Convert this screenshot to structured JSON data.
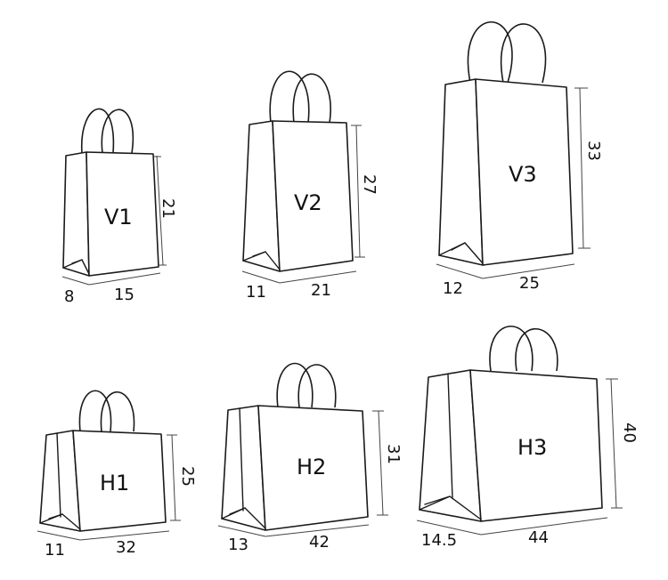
{
  "bags": [
    {
      "name": "V1",
      "depth": "8",
      "width": "15",
      "height": "21"
    },
    {
      "name": "V2",
      "depth": "11",
      "width": "21",
      "height": "27"
    },
    {
      "name": "V3",
      "depth": "12",
      "width": "25",
      "height": "33"
    },
    {
      "name": "H1",
      "depth": "11",
      "width": "32",
      "height": "25"
    },
    {
      "name": "H2",
      "depth": "13",
      "width": "42",
      "height": "31"
    },
    {
      "name": "H3",
      "depth": "14.5",
      "width": "44",
      "height": "40"
    }
  ]
}
